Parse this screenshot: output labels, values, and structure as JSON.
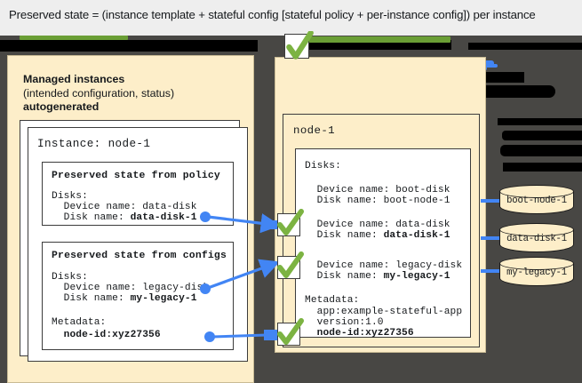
{
  "caption": {
    "text": "Preserved state = (instance template + stateful config [stateful policy + per-instance config]) per instance"
  },
  "colors": {
    "background": "#484744",
    "panel_cream": "#fdeec9",
    "card_white": "#ffffff",
    "accent_blue": "#4285f4",
    "accent_green": "#6a9e35",
    "check_green": "#7cb342",
    "caption_bg": "#eeeeee",
    "redaction_black": "#000000"
  },
  "left_panel": {
    "heading_line1": "Managed instances",
    "heading_line2": "(intended configuration, status)",
    "heading_line3": "autogenerated",
    "instance_title": "Instance: node-1",
    "policy_box": {
      "title": "Preserved state from policy",
      "section_label": "Disks:",
      "device_name": "  Device name: data-disk",
      "disk_name_label": "  Disk name: ",
      "disk_name_value": "data-disk-1"
    },
    "configs_box": {
      "title": "Preserved state from configs",
      "section_label": "Disks:",
      "device_name": "  Device name: legacy-disk",
      "disk_name_label": "  Disk name: ",
      "disk_name_value": "my-legacy-1",
      "metadata_label": "Metadata:",
      "metadata_value": "  node-id:xyz27356"
    }
  },
  "right_panel": {
    "node_title": "node-1",
    "disks_label": "Disks:",
    "boot": {
      "device_name": "  Device name: boot-disk",
      "disk_name": "  Disk name: boot-node-1"
    },
    "data": {
      "device_name": "  Device name: data-disk",
      "disk_name_label": "  Disk name: ",
      "disk_name_value": "data-disk-1"
    },
    "legacy": {
      "device_name": "  Device name: legacy-disk",
      "disk_name_label": "  Disk name: ",
      "disk_name_value": "my-legacy-1"
    },
    "metadata": {
      "label": "Metadata:",
      "line1": "  app:example-stateful-app",
      "line2": "  version:1.0",
      "line3": "  node-id:xyz27356"
    }
  },
  "disks": [
    {
      "name": "boot-node-1"
    },
    {
      "name": "data-disk-1"
    },
    {
      "name": "my-legacy-1"
    }
  ],
  "icons": {
    "check": "green-check-icon",
    "cylinder": "disk-cylinder-icon",
    "arrow": "blue-arrow-icon"
  }
}
